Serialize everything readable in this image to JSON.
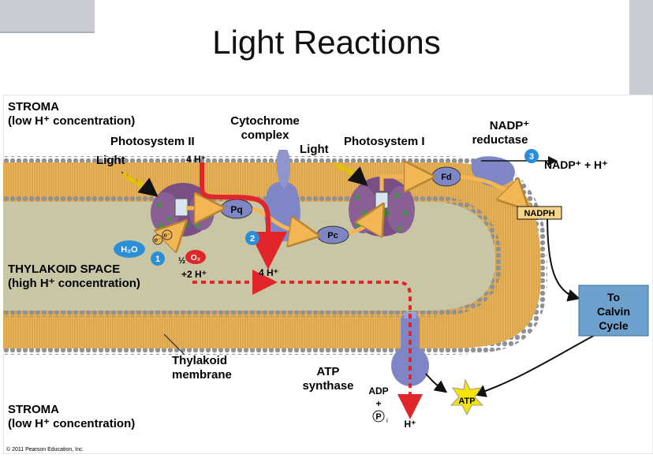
{
  "slide": {
    "title": "Light Reactions"
  },
  "labels": {
    "stroma_top": "STROMA",
    "stroma_top_sub": "(low H⁺ concentration)",
    "psii": "Photosystem II",
    "cytochrome_1": "Cytochrome",
    "cytochrome_2": "complex",
    "psi": "Photosystem I",
    "nadp_reductase_1": "NADP⁺",
    "nadp_reductase_2": "reductase",
    "light_1": "Light",
    "light_2": "Light",
    "h4_top": "4 H⁺",
    "pq": "Pq",
    "pc": "Pc",
    "fd": "Fd",
    "nadp_h": "NADP⁺ + H⁺",
    "nadph": "NADPH",
    "h2o": "H₂O",
    "e1": "e⁻",
    "e2": "e⁻",
    "half_o2_half": "½",
    "o2": "O₂",
    "plus2h": "+2 H⁺",
    "h4_lumen": "4 H⁺",
    "thylakoid_space": "THYLAKOID SPACE",
    "thylakoid_space_sub": "(high H⁺ concentration)",
    "thylakoid_membrane_1": "Thylakoid",
    "thylakoid_membrane_2": "membrane",
    "atp_synthase_1": "ATP",
    "atp_synthase_2": "synthase",
    "adp": "ADP",
    "plus": "+",
    "pi": "P",
    "pi_sub": "i",
    "h_bottom": "H⁺",
    "atp": "ATP",
    "stroma_bottom": "STROMA",
    "stroma_bottom_sub": "(low H⁺ concentration)",
    "calvin_1": "To",
    "calvin_2": "Calvin",
    "calvin_3": "Cycle",
    "copyright": "© 2011 Pearson Education, Inc."
  },
  "steps": {
    "one": "1",
    "two": "2",
    "three": "3"
  },
  "colors": {
    "stroma_bg": "#ffffff",
    "lumen": "#c9c6a6",
    "membrane_outer": "#8e9196",
    "membrane_inner": "#e8b45c",
    "protein_blue": "#7f86c6",
    "photosystem_purple": "#7a4f86",
    "electron_path": "#f3b654",
    "proton_path": "#e0252b",
    "step_circle": "#2a8fd6",
    "calvin_box": "#6da0cc",
    "atp_star": "#f4e400"
  }
}
